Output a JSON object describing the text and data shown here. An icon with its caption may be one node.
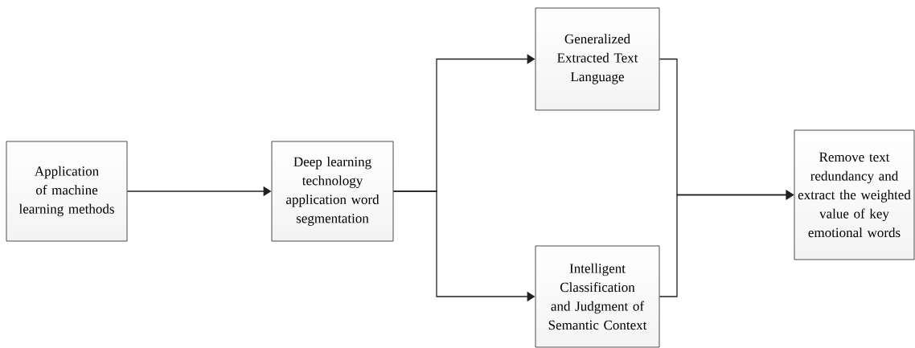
{
  "diagram": {
    "nodes": [
      {
        "text": [
          "Application of machine learning methods"
        ]
      },
      {
        "text": [
          "Deep learning technology application word segmentation"
        ]
      },
      {
        "text": [
          "Generalized Extracted Text Language"
        ]
      },
      {
        "text": [
          "Intelligent Classification and Judgment of Semantic Context"
        ]
      },
      {
        "text": [
          "Remove text redundancy and extract the weighted value of key emotional words"
        ]
      }
    ],
    "edges": [
      {
        "from": 0,
        "to": 1,
        "arrow": "to"
      },
      {
        "from": 1,
        "to": 2,
        "arrow": "to"
      },
      {
        "from": 1,
        "to": 3,
        "arrow": "to"
      },
      {
        "from": 2,
        "to": 4,
        "arrow": "to"
      },
      {
        "from": 3,
        "to": 4,
        "arrow": "to"
      }
    ]
  }
}
